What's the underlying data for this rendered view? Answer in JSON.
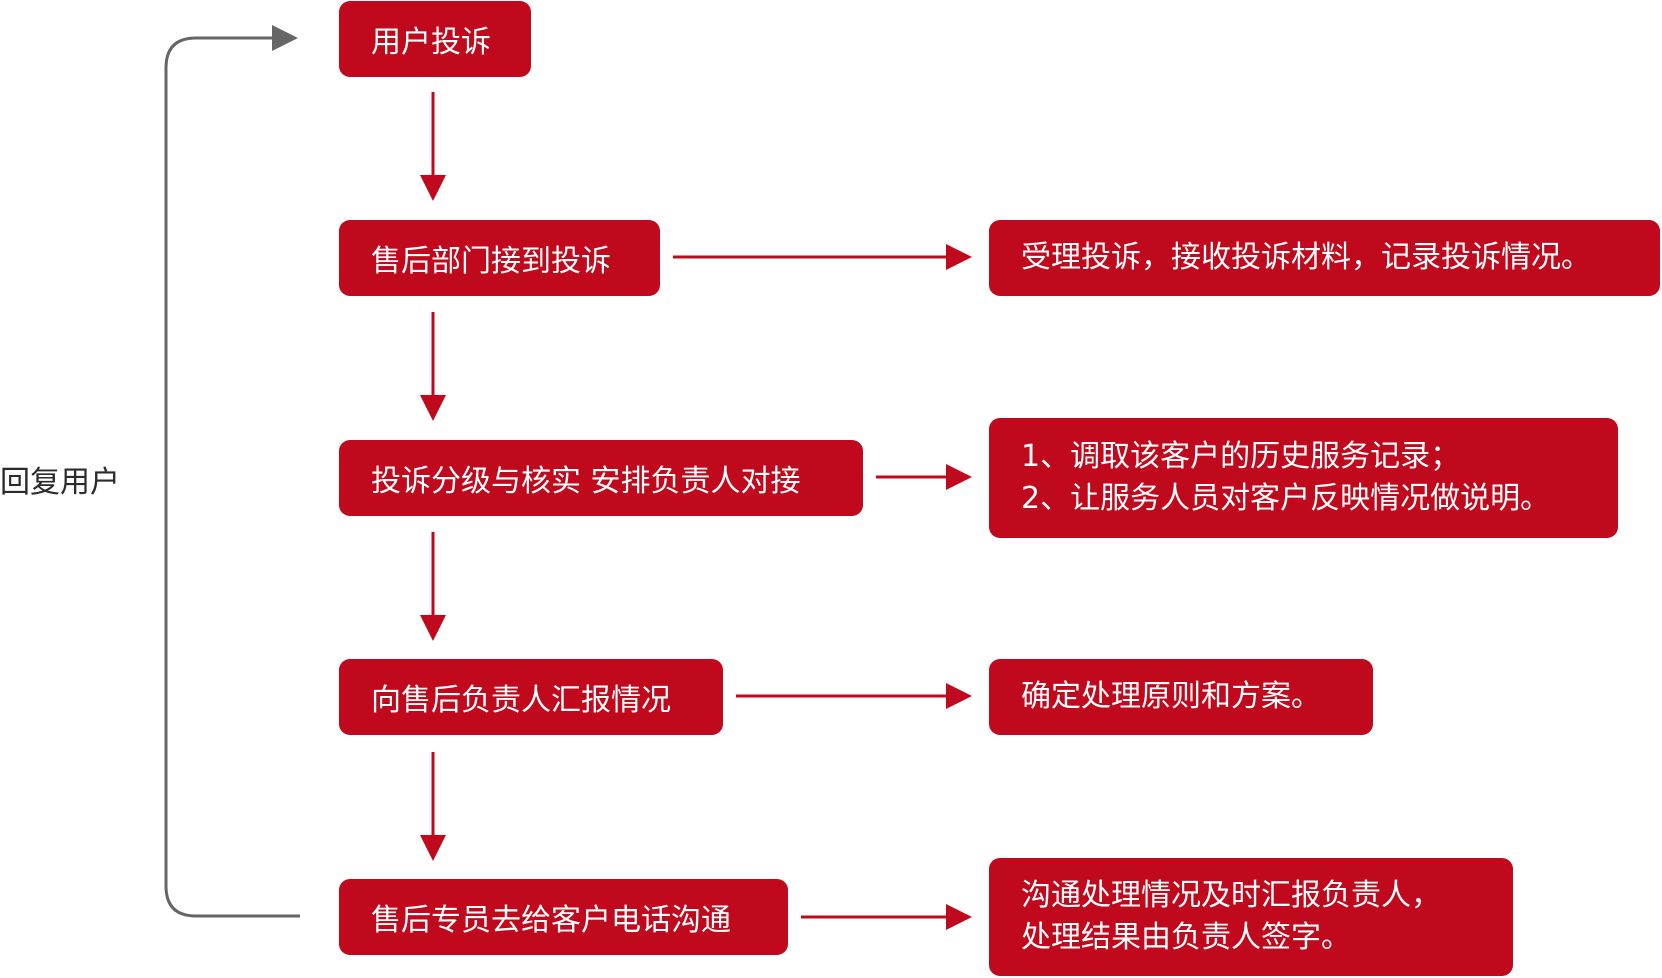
{
  "flow": {
    "steps": [
      {
        "label": "用户投诉"
      },
      {
        "label": "售后部门接到投诉"
      },
      {
        "label": "投诉分级与核实 安排负责人对接"
      },
      {
        "label": "向售后负责人汇报情况"
      },
      {
        "label": "售后专员去给客户电话沟通"
      }
    ],
    "notes": [
      {
        "lines": [
          "受理投诉，接收投诉材料，记录投诉情况。"
        ]
      },
      {
        "lines": [
          "1、调取该客户的历史服务记录；",
          "2、让服务人员对客户反映情况做说明。"
        ]
      },
      {
        "lines": [
          "确定处理原则和方案。"
        ]
      },
      {
        "lines": [
          "沟通处理情况及时汇报负责人，",
          "处理结果由负责人签字。"
        ]
      }
    ],
    "loop_label": "回复用户"
  },
  "colors": {
    "box_fill": "#c0091c",
    "box_text": "#ffffff",
    "arrow": "#c0091c",
    "loop_line": "#666666",
    "label_text": "#2a2a2a"
  }
}
